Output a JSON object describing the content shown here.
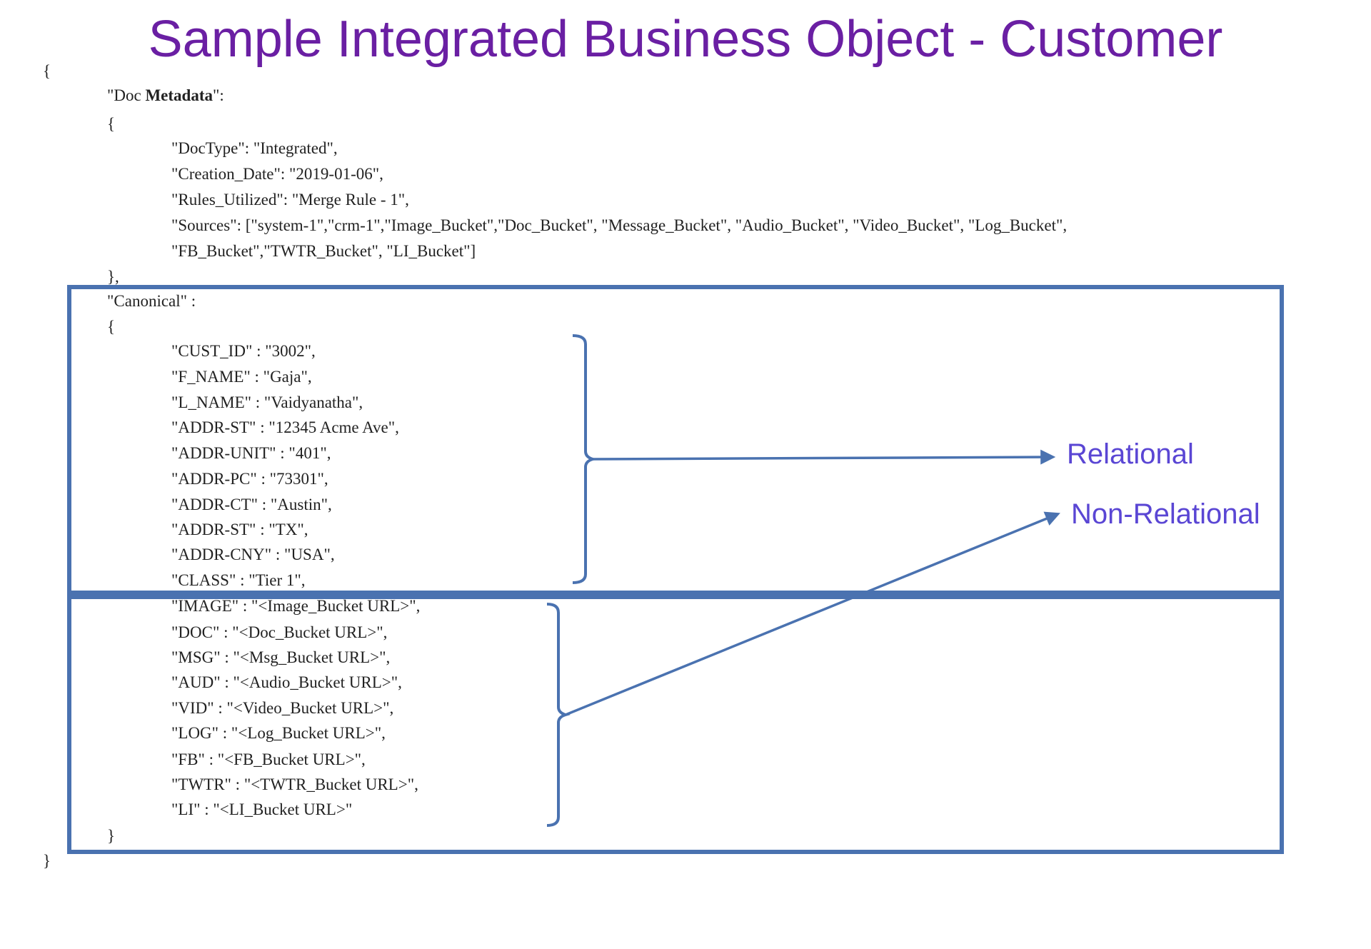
{
  "title": "Sample Integrated Business Object - Customer",
  "colors": {
    "title": "#6a1fa3",
    "box": "#4a72b0",
    "label": "#5a46d4",
    "text": "#222222"
  },
  "doc": {
    "open": "{",
    "close": "}",
    "metadata": {
      "key_prefix": "\"Doc ",
      "key_bold": "Metadata",
      "key_suffix": "\":",
      "open": "{",
      "close": "},",
      "lines": [
        "\"DocType\": \"Integrated\",",
        "\"Creation_Date\": \"2019-01-06\",",
        "\"Rules_Utilized\": \"Merge Rule - 1\",",
        "\"Sources\": [\"system-1\",\"crm-1\",\"Image_Bucket\",\"Doc_Bucket\", \"Message_Bucket\", \"Audio_Bucket\", \"Video_Bucket\", \"Log_Bucket\",",
        "\"FB_Bucket\",\"TWTR_Bucket\", \"LI_Bucket\"]"
      ]
    },
    "canonical": {
      "key": "\"Canonical\" :",
      "open": "{",
      "close": "}",
      "relational_lines": [
        "\"CUST_ID\" : \"3002\",",
        "\"F_NAME\" : \"Gaja\",",
        "\"L_NAME\" : \"Vaidyanatha\",",
        "\"ADDR-ST\" : \"12345 Acme Ave\",",
        "\"ADDR-UNIT\" : \"401\",",
        "\"ADDR-PC\" : \"73301\",",
        "\"ADDR-CT\" : \"Austin\",",
        "\"ADDR-ST\" : \"TX\",",
        "\"ADDR-CNY\" : \"USA\",",
        "\"CLASS\" : \"Tier 1\","
      ],
      "nonrelational_lines": [
        "\"IMAGE\" : \"<Image_Bucket URL>\",",
        "\"DOC\" : \"<Doc_Bucket URL>\",",
        "\"MSG\" : \"<Msg_Bucket URL>\",",
        "\"AUD\" : \"<Audio_Bucket URL>\",",
        "\"VID\" : \"<Video_Bucket URL>\",",
        "\"LOG\" : \"<Log_Bucket URL>\",",
        "\"FB\" : \"<FB_Bucket URL>\",",
        "\"TWTR\" : \"<TWTR_Bucket URL>\",",
        "\"LI\" : \"<LI_Bucket URL>\""
      ]
    }
  },
  "labels": {
    "relational": "Relational",
    "non_relational": "Non-Relational"
  }
}
